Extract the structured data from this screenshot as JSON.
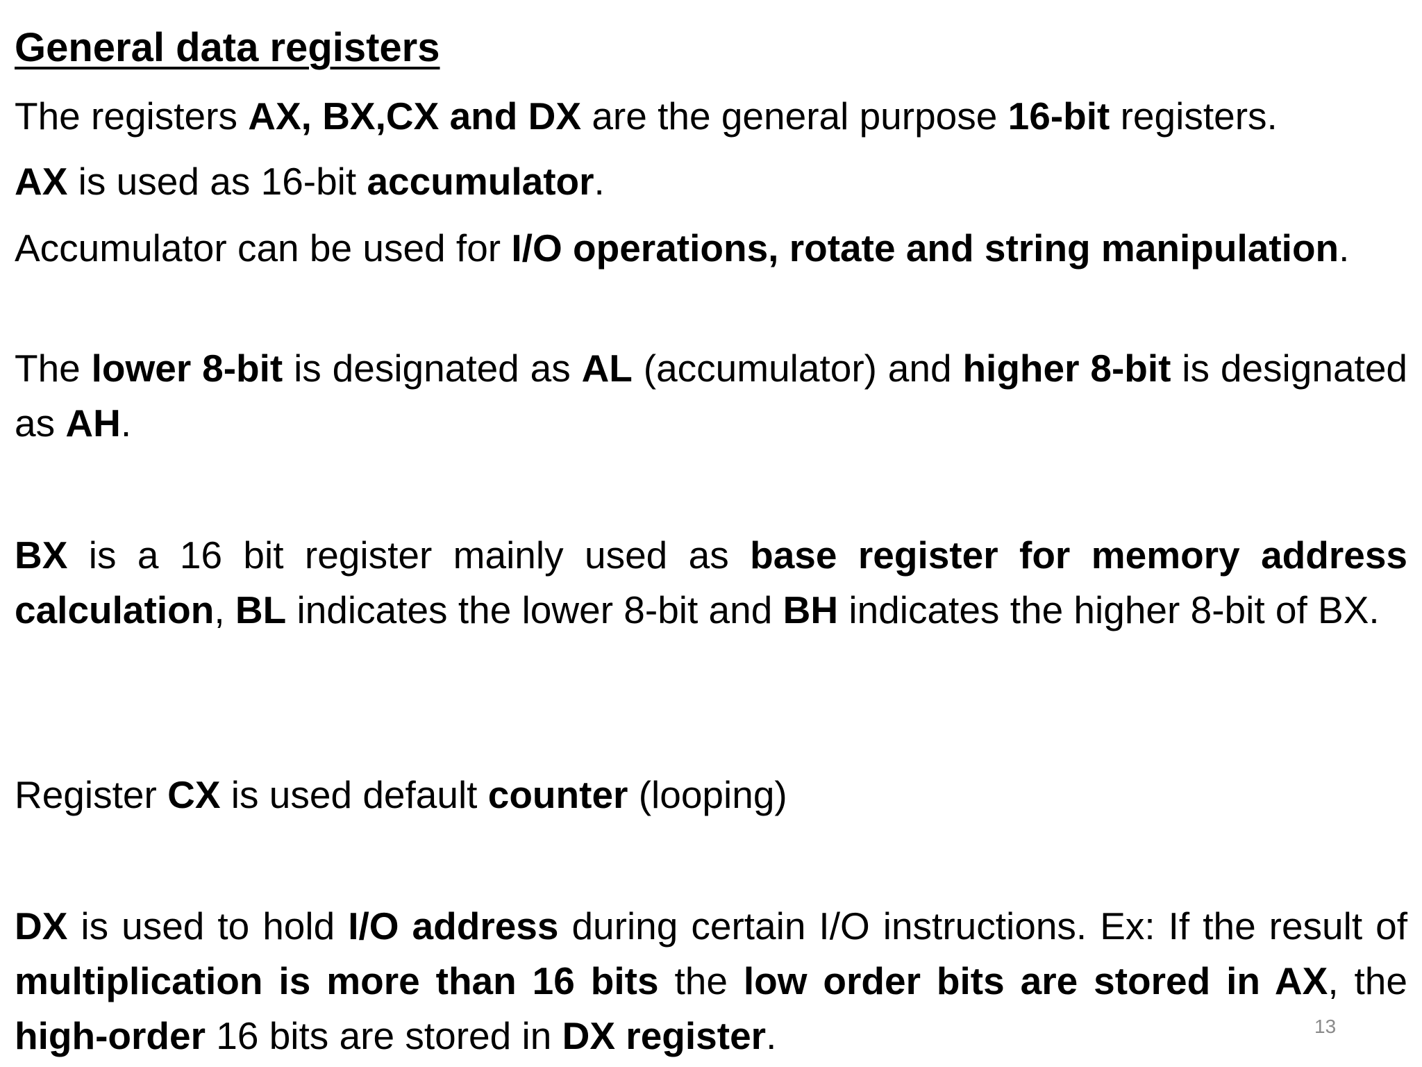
{
  "slide": {
    "title": "General data registers",
    "page_number": "13",
    "p1": {
      "t1": "The registers ",
      "b1": "AX, BX,CX and DX",
      "t2": "  are the general purpose ",
      "b2": "16-bit",
      "t3": " registers."
    },
    "p2": {
      "b1": "AX",
      "t1": " is used as 16-bit ",
      "b2": "accumulator",
      "t2": "."
    },
    "p3": {
      "t1": "Accumulator can be used for ",
      "b1": "I/O operations, rotate and string manipulation",
      "t2": "."
    },
    "p4": {
      "t1": "The ",
      "b1": "lower 8-bit",
      "t2": " is designated as ",
      "b2": "AL",
      "t3": " (accumulator) and ",
      "b3": "higher 8-bit",
      "t4": " is designated as ",
      "b4": "AH",
      "t5": "."
    },
    "p5": {
      "b1": "BX",
      "t1": " is a 16 bit register mainly used as ",
      "b2": "base register for memory address calculation",
      "t2": ", ",
      "b3": "BL",
      "t3": " indicates the lower 8-bit and ",
      "b4": "BH",
      "t4": " indicates the higher 8-bit of BX."
    },
    "p6": {
      "t1": "Register ",
      "b1": "CX",
      "t2": " is used default ",
      "b2": "counter",
      "t3": " (looping)"
    },
    "p7": {
      "b1": "DX",
      "t1": " is used to hold ",
      "b2": "I/O address",
      "t2": " during certain I/O instructions. Ex: If the result of ",
      "b3": "multiplication is more than 16 bits",
      "t3": " the ",
      "b4": "low order bits are stored in AX",
      "t4": ", the ",
      "b5": "high-order",
      "t5": " 16 bits are stored in ",
      "b6": "DX register",
      "t6": "."
    }
  }
}
